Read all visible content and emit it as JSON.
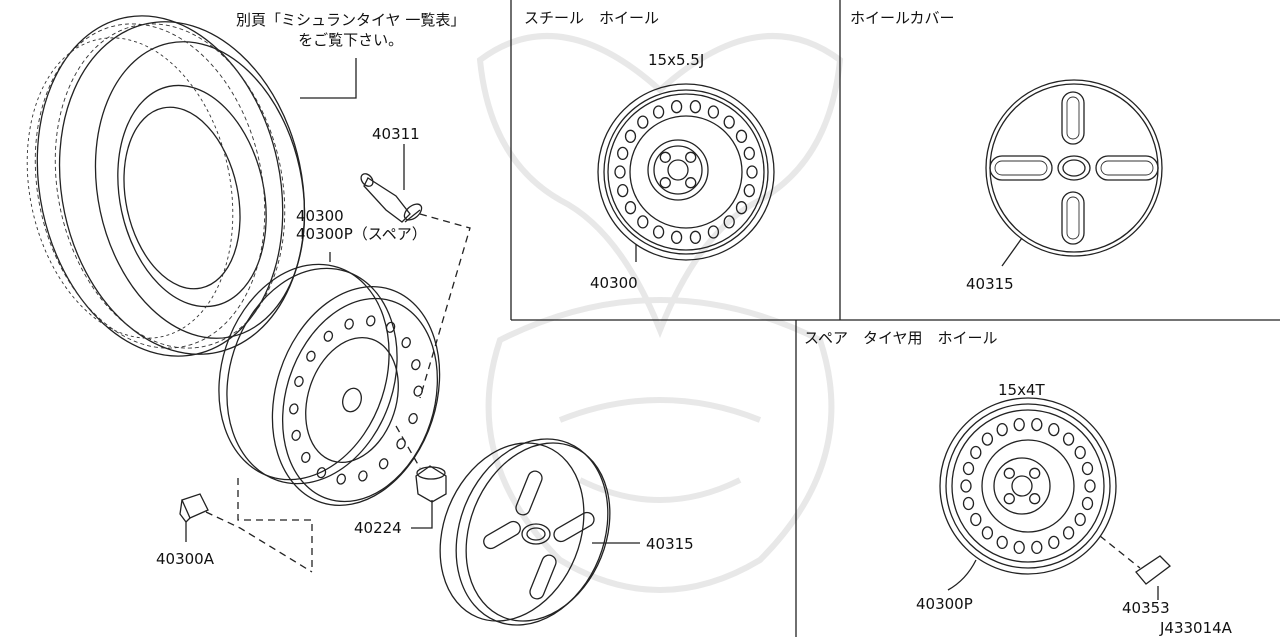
{
  "diagram_id": "J433014A",
  "note": [
    "別頁「ミシュランタイヤ 一覧表」",
    "をご覧下さい。"
  ],
  "main_view": {
    "labels": {
      "valve": "40311",
      "wheel": "40300",
      "wheel_spare": "40300P（スペア）",
      "weight": "40300A",
      "nut": "40224",
      "cover": "40315"
    }
  },
  "panels": {
    "steel_wheel": {
      "title": "スチール　ホイール",
      "size": "15x5.5J",
      "part": "40300"
    },
    "wheel_cover": {
      "title": "ホイールカバー",
      "part": "40315"
    },
    "spare_wheel": {
      "title": "スペア　タイヤ用　ホイール",
      "size": "15x4T",
      "part": "40300P",
      "weight_part": "40353"
    }
  },
  "icons": [
    "tire-icon",
    "valve-icon",
    "wheel-icon",
    "cover-icon",
    "nut-icon",
    "weight-icon"
  ]
}
